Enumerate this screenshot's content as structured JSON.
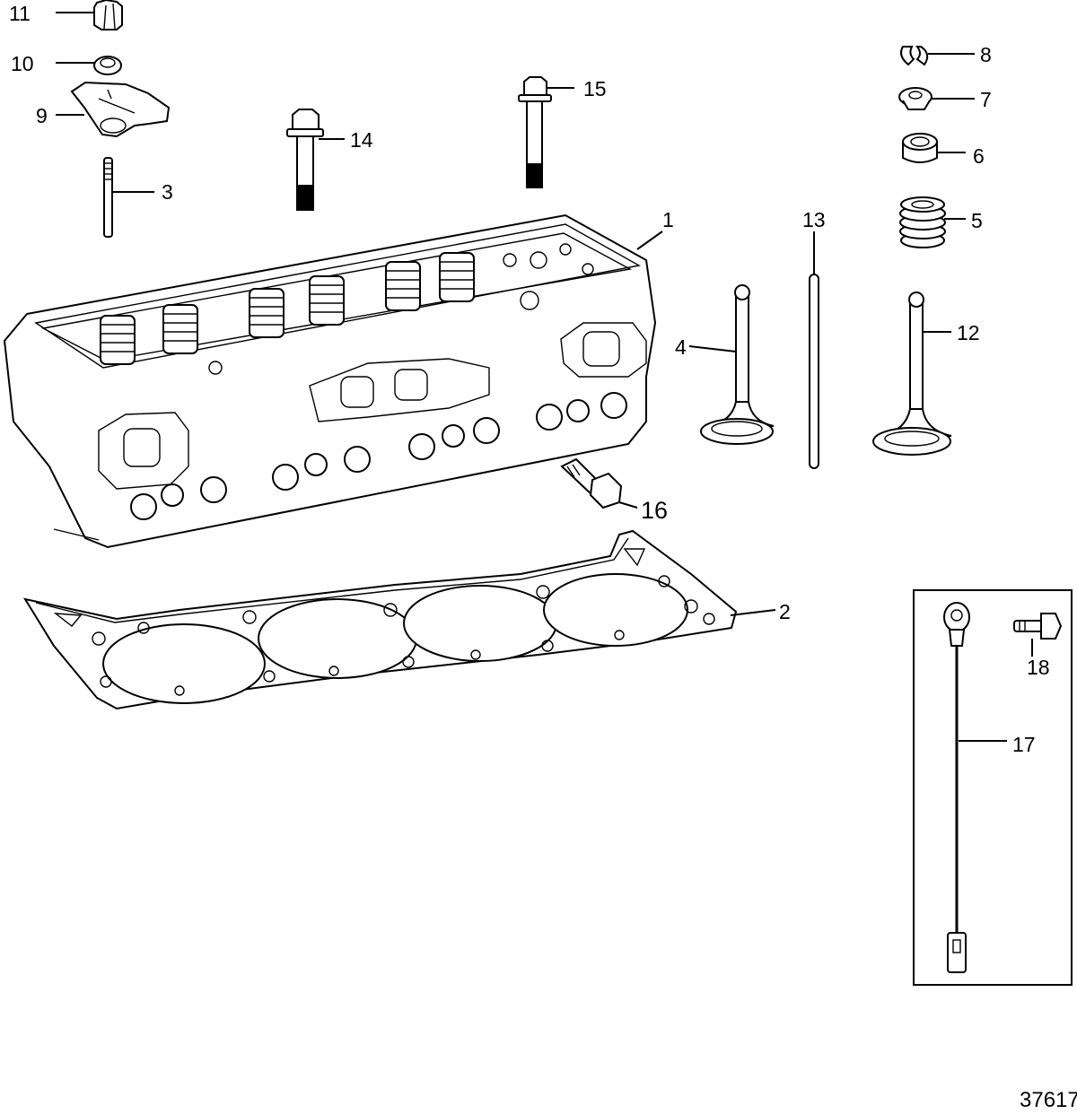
{
  "diagram": {
    "figure_number": "37617",
    "callouts": {
      "c1": "1",
      "c2": "2",
      "c3": "3",
      "c4": "4",
      "c5": "5",
      "c6": "6",
      "c7": "7",
      "c8": "8",
      "c9": "9",
      "c10": "10",
      "c11": "11",
      "c12": "12",
      "c13": "13",
      "c14": "14",
      "c15": "15",
      "c16": "16",
      "c17": "17",
      "c18": "18"
    }
  }
}
